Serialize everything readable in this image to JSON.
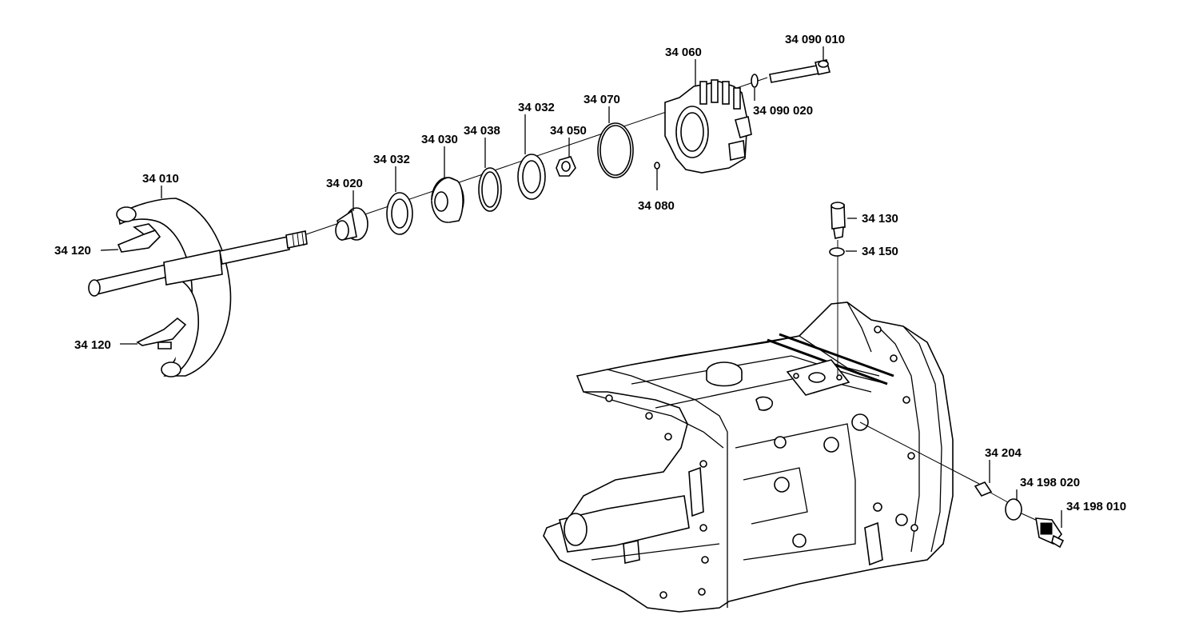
{
  "callouts": [
    {
      "id": "c-34010",
      "text": "34 010"
    },
    {
      "id": "c-34120a",
      "text": "34 120"
    },
    {
      "id": "c-34120b",
      "text": "34 120"
    },
    {
      "id": "c-34020",
      "text": "34 020"
    },
    {
      "id": "c-34032a",
      "text": "34 032"
    },
    {
      "id": "c-34030",
      "text": "34 030"
    },
    {
      "id": "c-34038",
      "text": "34 038"
    },
    {
      "id": "c-34032b",
      "text": "34 032"
    },
    {
      "id": "c-34050",
      "text": "34 050"
    },
    {
      "id": "c-34070",
      "text": "34 070"
    },
    {
      "id": "c-34060",
      "text": "34 060"
    },
    {
      "id": "c-34080",
      "text": "34 080"
    },
    {
      "id": "c-34090010",
      "text": "34 090 010"
    },
    {
      "id": "c-34090020",
      "text": "34 090 020"
    },
    {
      "id": "c-34130",
      "text": "34 130"
    },
    {
      "id": "c-34150",
      "text": "34 150"
    },
    {
      "id": "c-34204",
      "text": "34 204"
    },
    {
      "id": "c-34198020",
      "text": "34 198 020"
    },
    {
      "id": "c-34198010",
      "text": "34 198 010"
    }
  ]
}
